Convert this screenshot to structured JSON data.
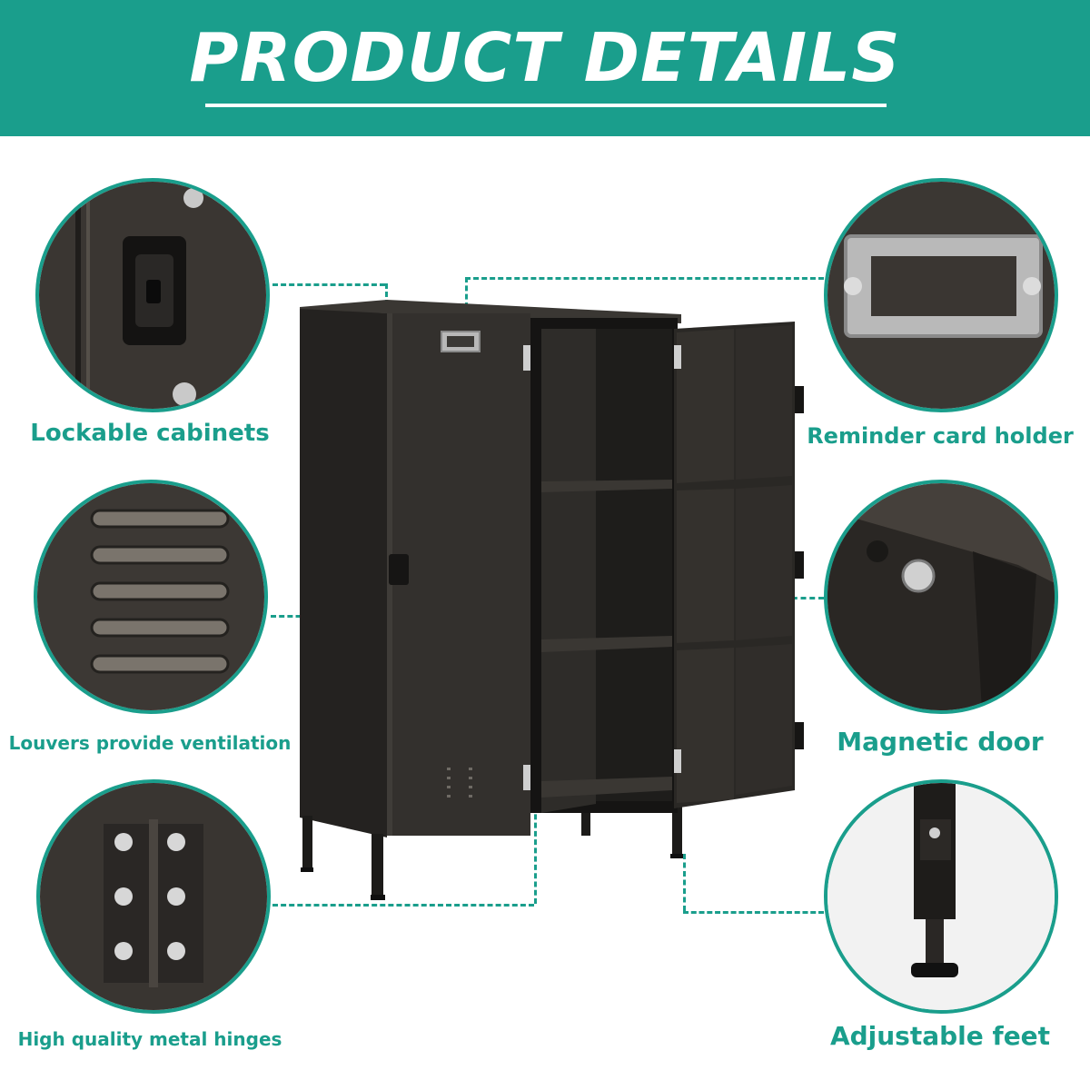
{
  "header": {
    "title": "PRODUCT DETAILS"
  },
  "features": [
    {
      "label": "Lockable cabinets",
      "icon": "lock-icon"
    },
    {
      "label": "Louvers provide ventilation",
      "icon": "louver-icon"
    },
    {
      "label": "High quality metal hinges",
      "icon": "hinge-icon"
    },
    {
      "label": "Reminder card holder",
      "icon": "card-holder-icon"
    },
    {
      "label": "Magnetic door",
      "icon": "magnet-icon"
    },
    {
      "label": "Adjustable feet",
      "icon": "foot-icon"
    }
  ],
  "colors": {
    "accent": "#1a9e8c",
    "metal": "#2c2a27"
  }
}
